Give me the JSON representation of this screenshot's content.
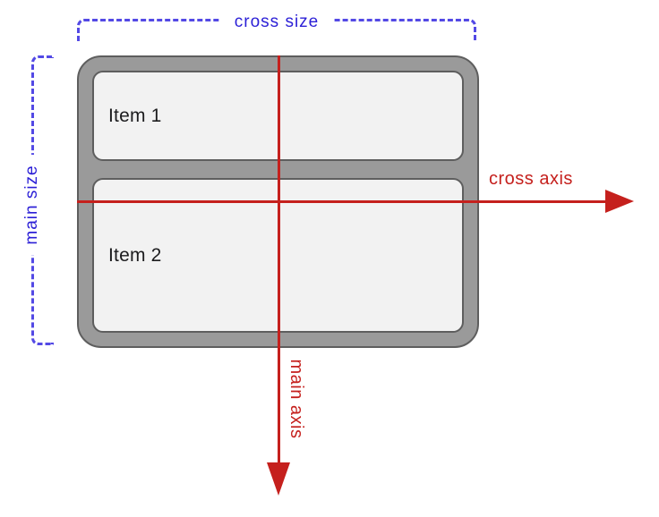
{
  "diagram": {
    "type": "flexbox-axes-diagram",
    "container": {
      "items": [
        {
          "label": "Item 1"
        },
        {
          "label": "Item 2"
        }
      ]
    },
    "size_labels": {
      "cross": "cross size",
      "main": "main size"
    },
    "axis_labels": {
      "cross": "cross axis",
      "main": "main axis"
    }
  },
  "colors": {
    "canvas_bg": "#ffffff",
    "blue_text": "#2b1fd6",
    "blue_dash": "#5349e5",
    "red": "#c5201d",
    "container_band": "#9a9a9a",
    "container_outline": "#5e5e5e",
    "item_fill": "#f2f2f2",
    "item_border": "#5e5e5e",
    "item_text": "#1c1c1e"
  }
}
